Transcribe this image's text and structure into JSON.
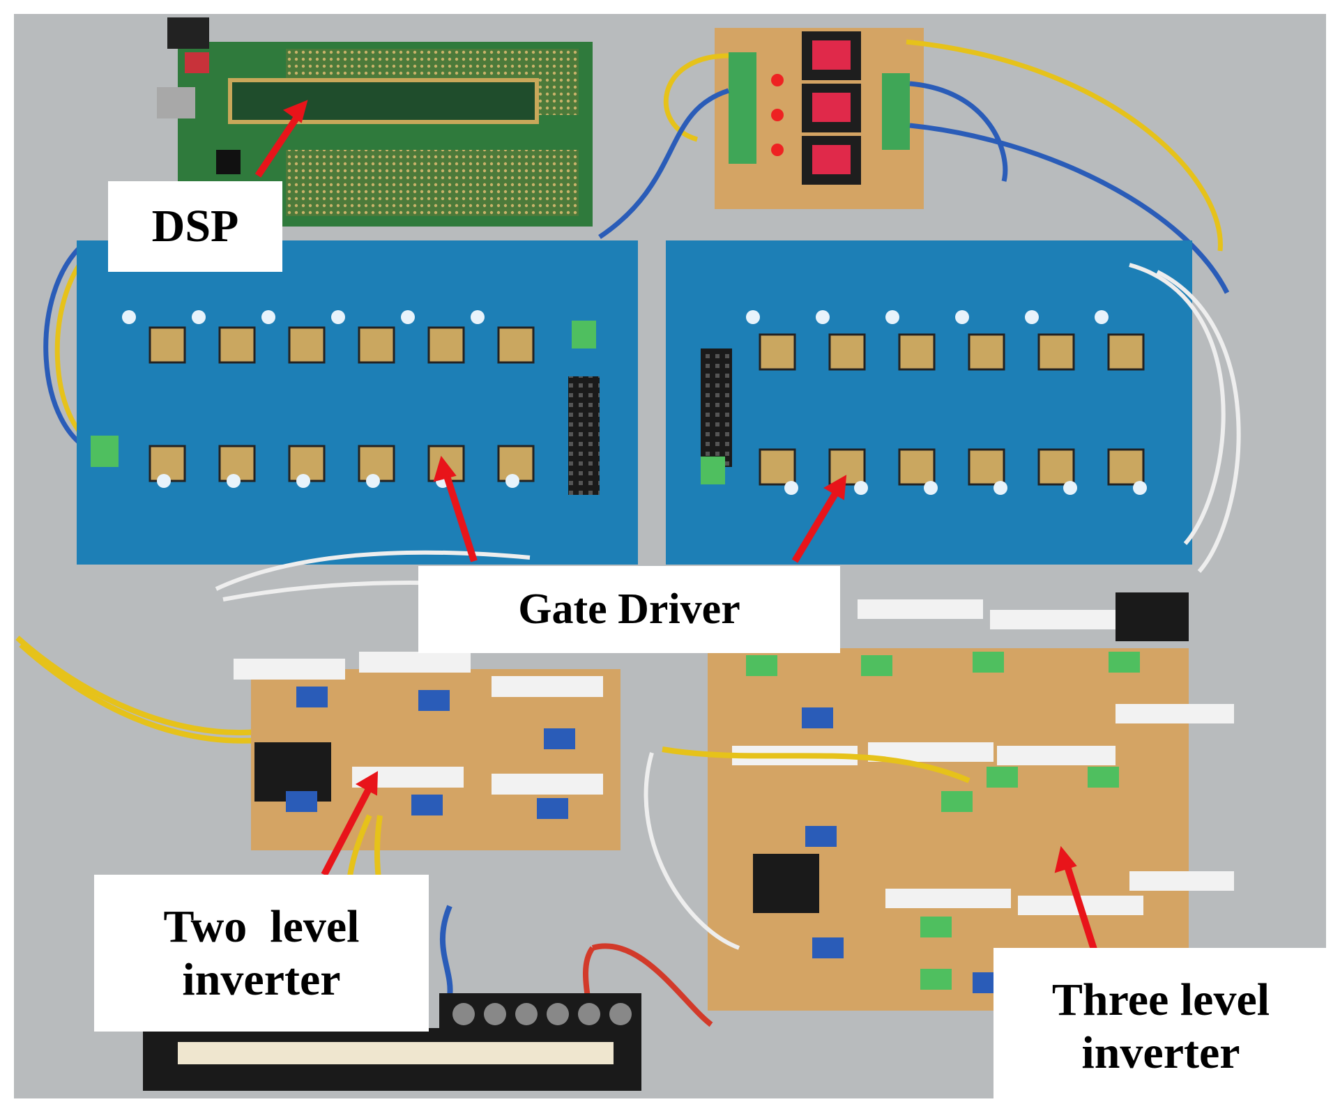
{
  "labels": {
    "dsp": "DSP",
    "gate_driver": "Gate Driver",
    "two_level": {
      "line1": "Two  level",
      "line2": "inverter"
    },
    "three_level": {
      "line1": "Three level",
      "line2": "inverter"
    }
  },
  "colors": {
    "background": "#b9bcbd",
    "pcb_blue": "#1d7fb6",
    "pcb_green": "#2f7a3c",
    "pcb_tan": "#d4a464",
    "arrow": "#e8141a",
    "wire_yellow": "#e6c21a",
    "wire_blue": "#2a5cb8"
  }
}
